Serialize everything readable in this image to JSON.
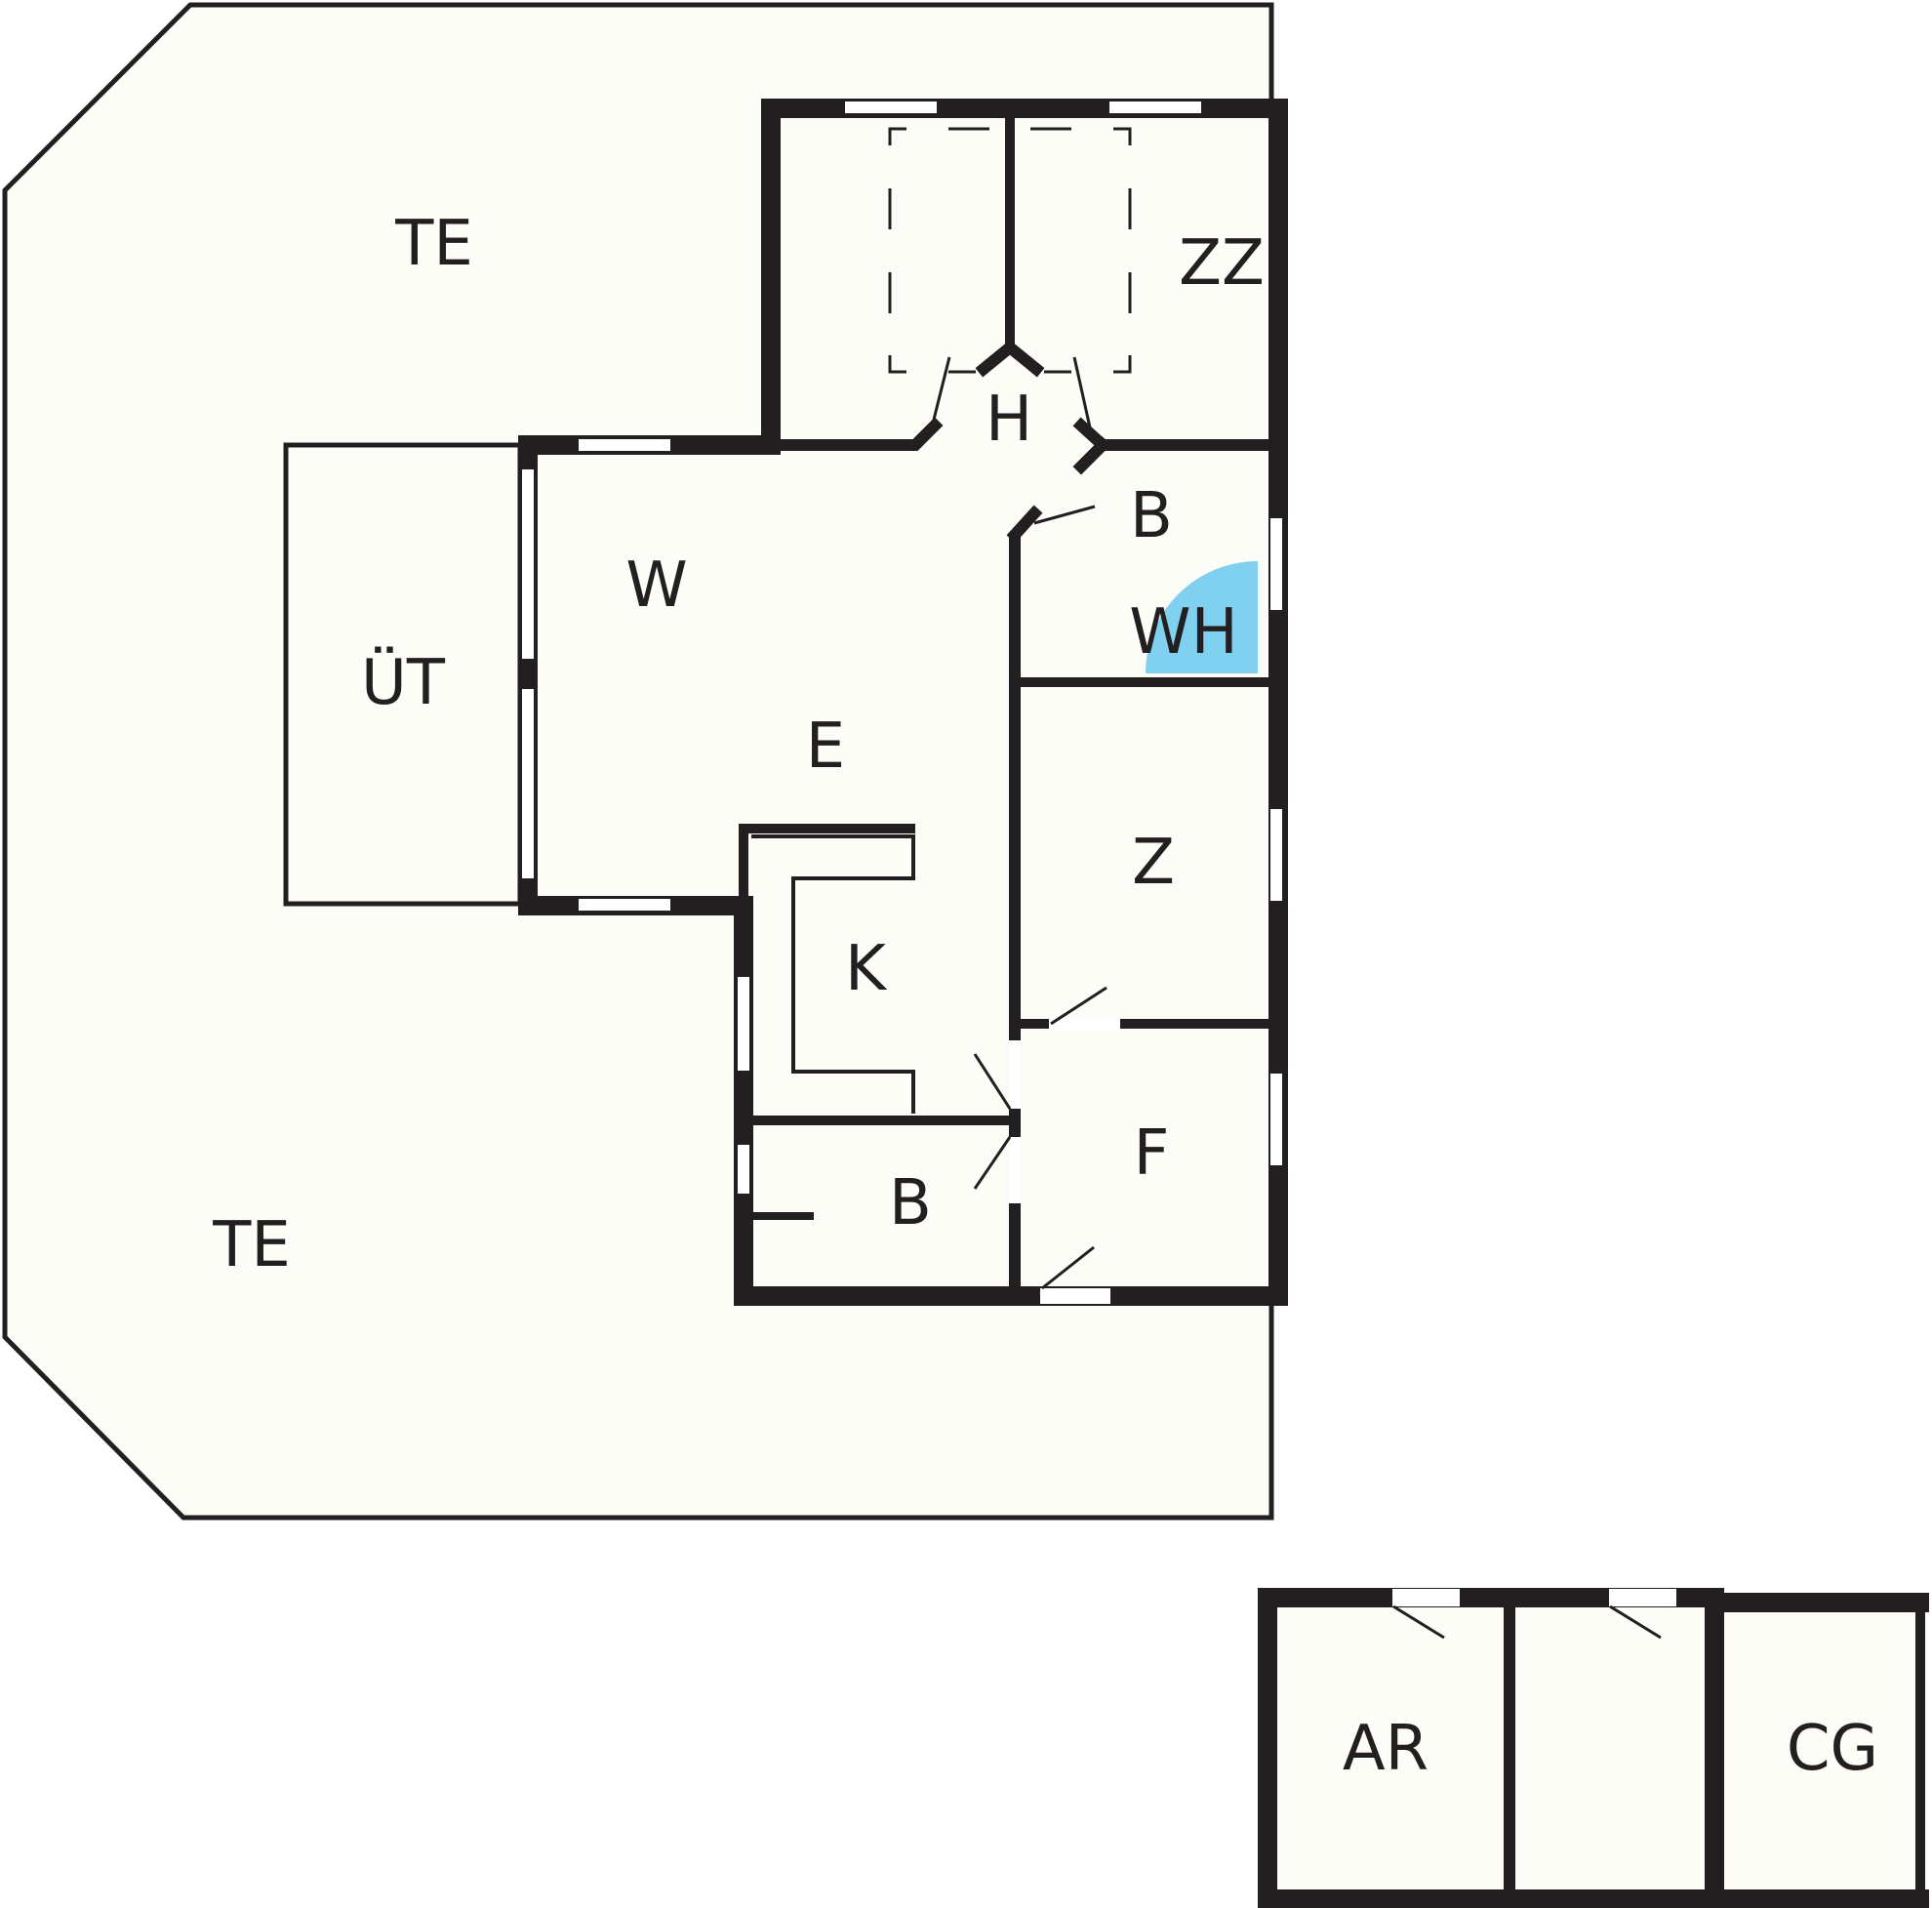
{
  "plan": {
    "colors": {
      "wall": "#231f20",
      "floor": "#fdfdf8",
      "fixture": "#80d0f0"
    },
    "rooms": {
      "terrace_top": "TE",
      "terrace_bottom": "TE",
      "bedroom_double": "ZZ",
      "hall": "H",
      "bath_upper": "B",
      "wc_shower": "WH",
      "living": "W",
      "dining": "E",
      "covered_terrace": "ÜT",
      "kitchen": "K",
      "bath_lower": "B",
      "room": "Z",
      "hallway": "F",
      "storage": "AR",
      "garage": "CG"
    }
  }
}
